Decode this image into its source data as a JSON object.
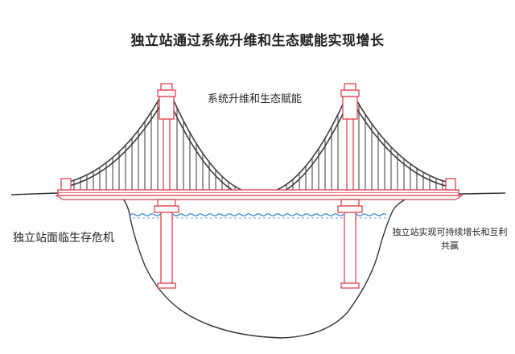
{
  "title": "独立站通过系统升维和生态赋能实现增长",
  "labels": {
    "top": "系统升维和生态赋能",
    "left": "独立站面临生存危机",
    "right": "独立站实现可持续增长和互利共赢"
  },
  "colors": {
    "tower": "#e0434e",
    "cable": "#3a3a3a",
    "water": "#2f86d6",
    "ground": "#333333"
  }
}
